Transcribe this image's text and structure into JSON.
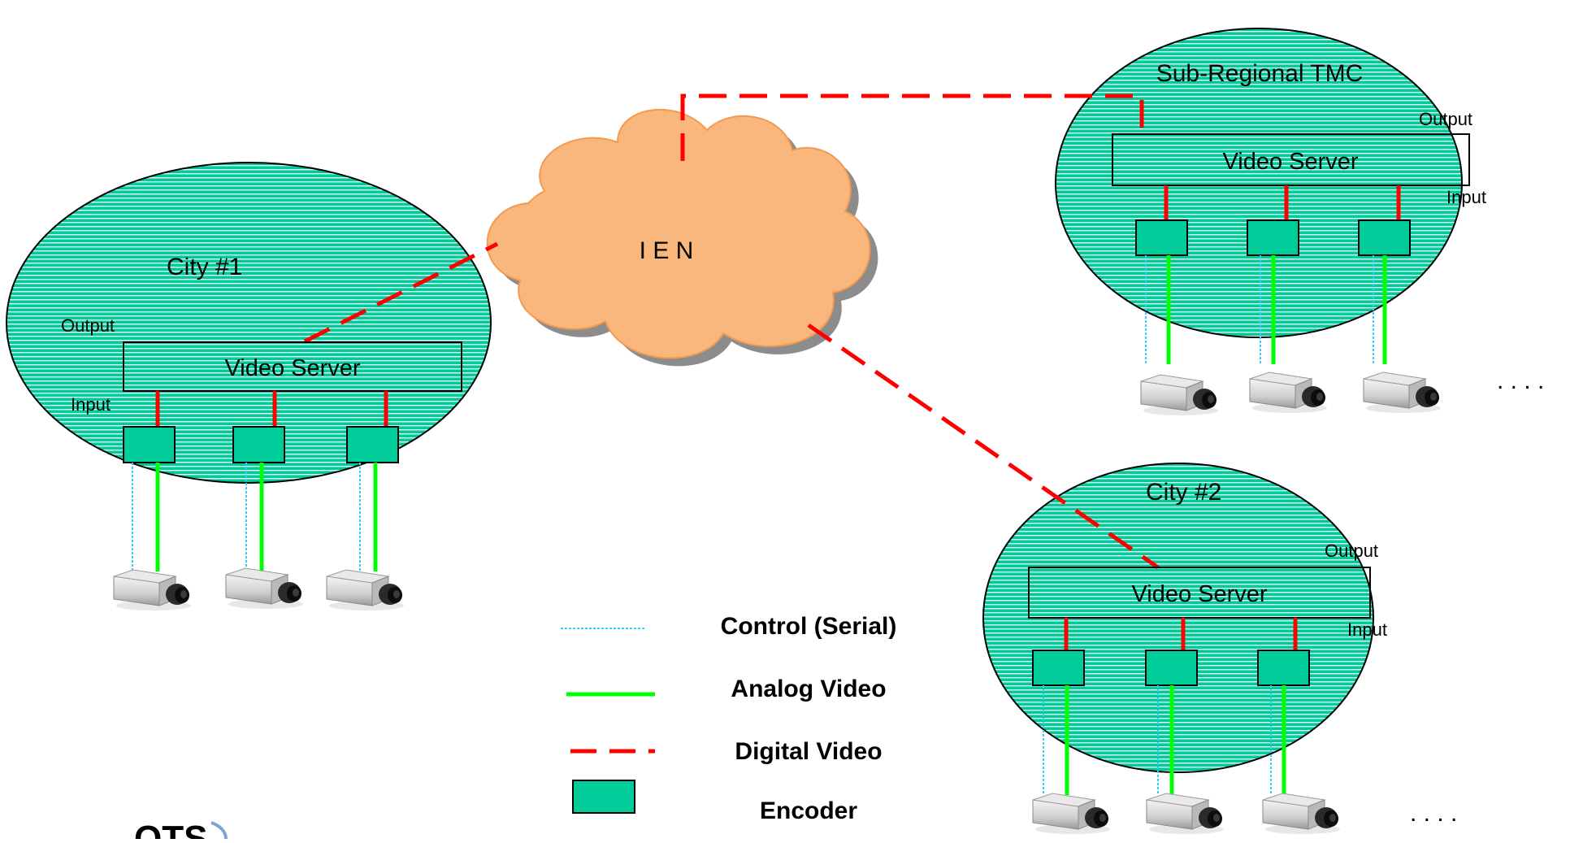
{
  "network": {
    "label": "I E N"
  },
  "sites": [
    {
      "id": "city1",
      "title": "City #1",
      "server": "Video Server",
      "output": "Output",
      "input": "Input"
    },
    {
      "id": "tmc",
      "title": "Sub-Regional TMC",
      "server": "Video Server",
      "output": "Output",
      "input": "Input"
    },
    {
      "id": "city2",
      "title": "City #2",
      "server": "Video Server",
      "output": "Output",
      "input": "Input"
    }
  ],
  "continuation": {
    "tmc": ". . . .",
    "city2": ". . . ."
  },
  "legend": {
    "control": "Control (Serial)",
    "analog": "Analog Video",
    "digital": "Digital Video",
    "encoder": "Encoder"
  },
  "logo": {
    "text": "OTS"
  },
  "colors": {
    "site_fill": "#00cc99",
    "site_stripe": "#ffffff",
    "encoder": "#00cc99",
    "cloud": "#f9b77e",
    "digital": "#ff0000",
    "analog": "#00ff00",
    "control": "#33ccff"
  }
}
